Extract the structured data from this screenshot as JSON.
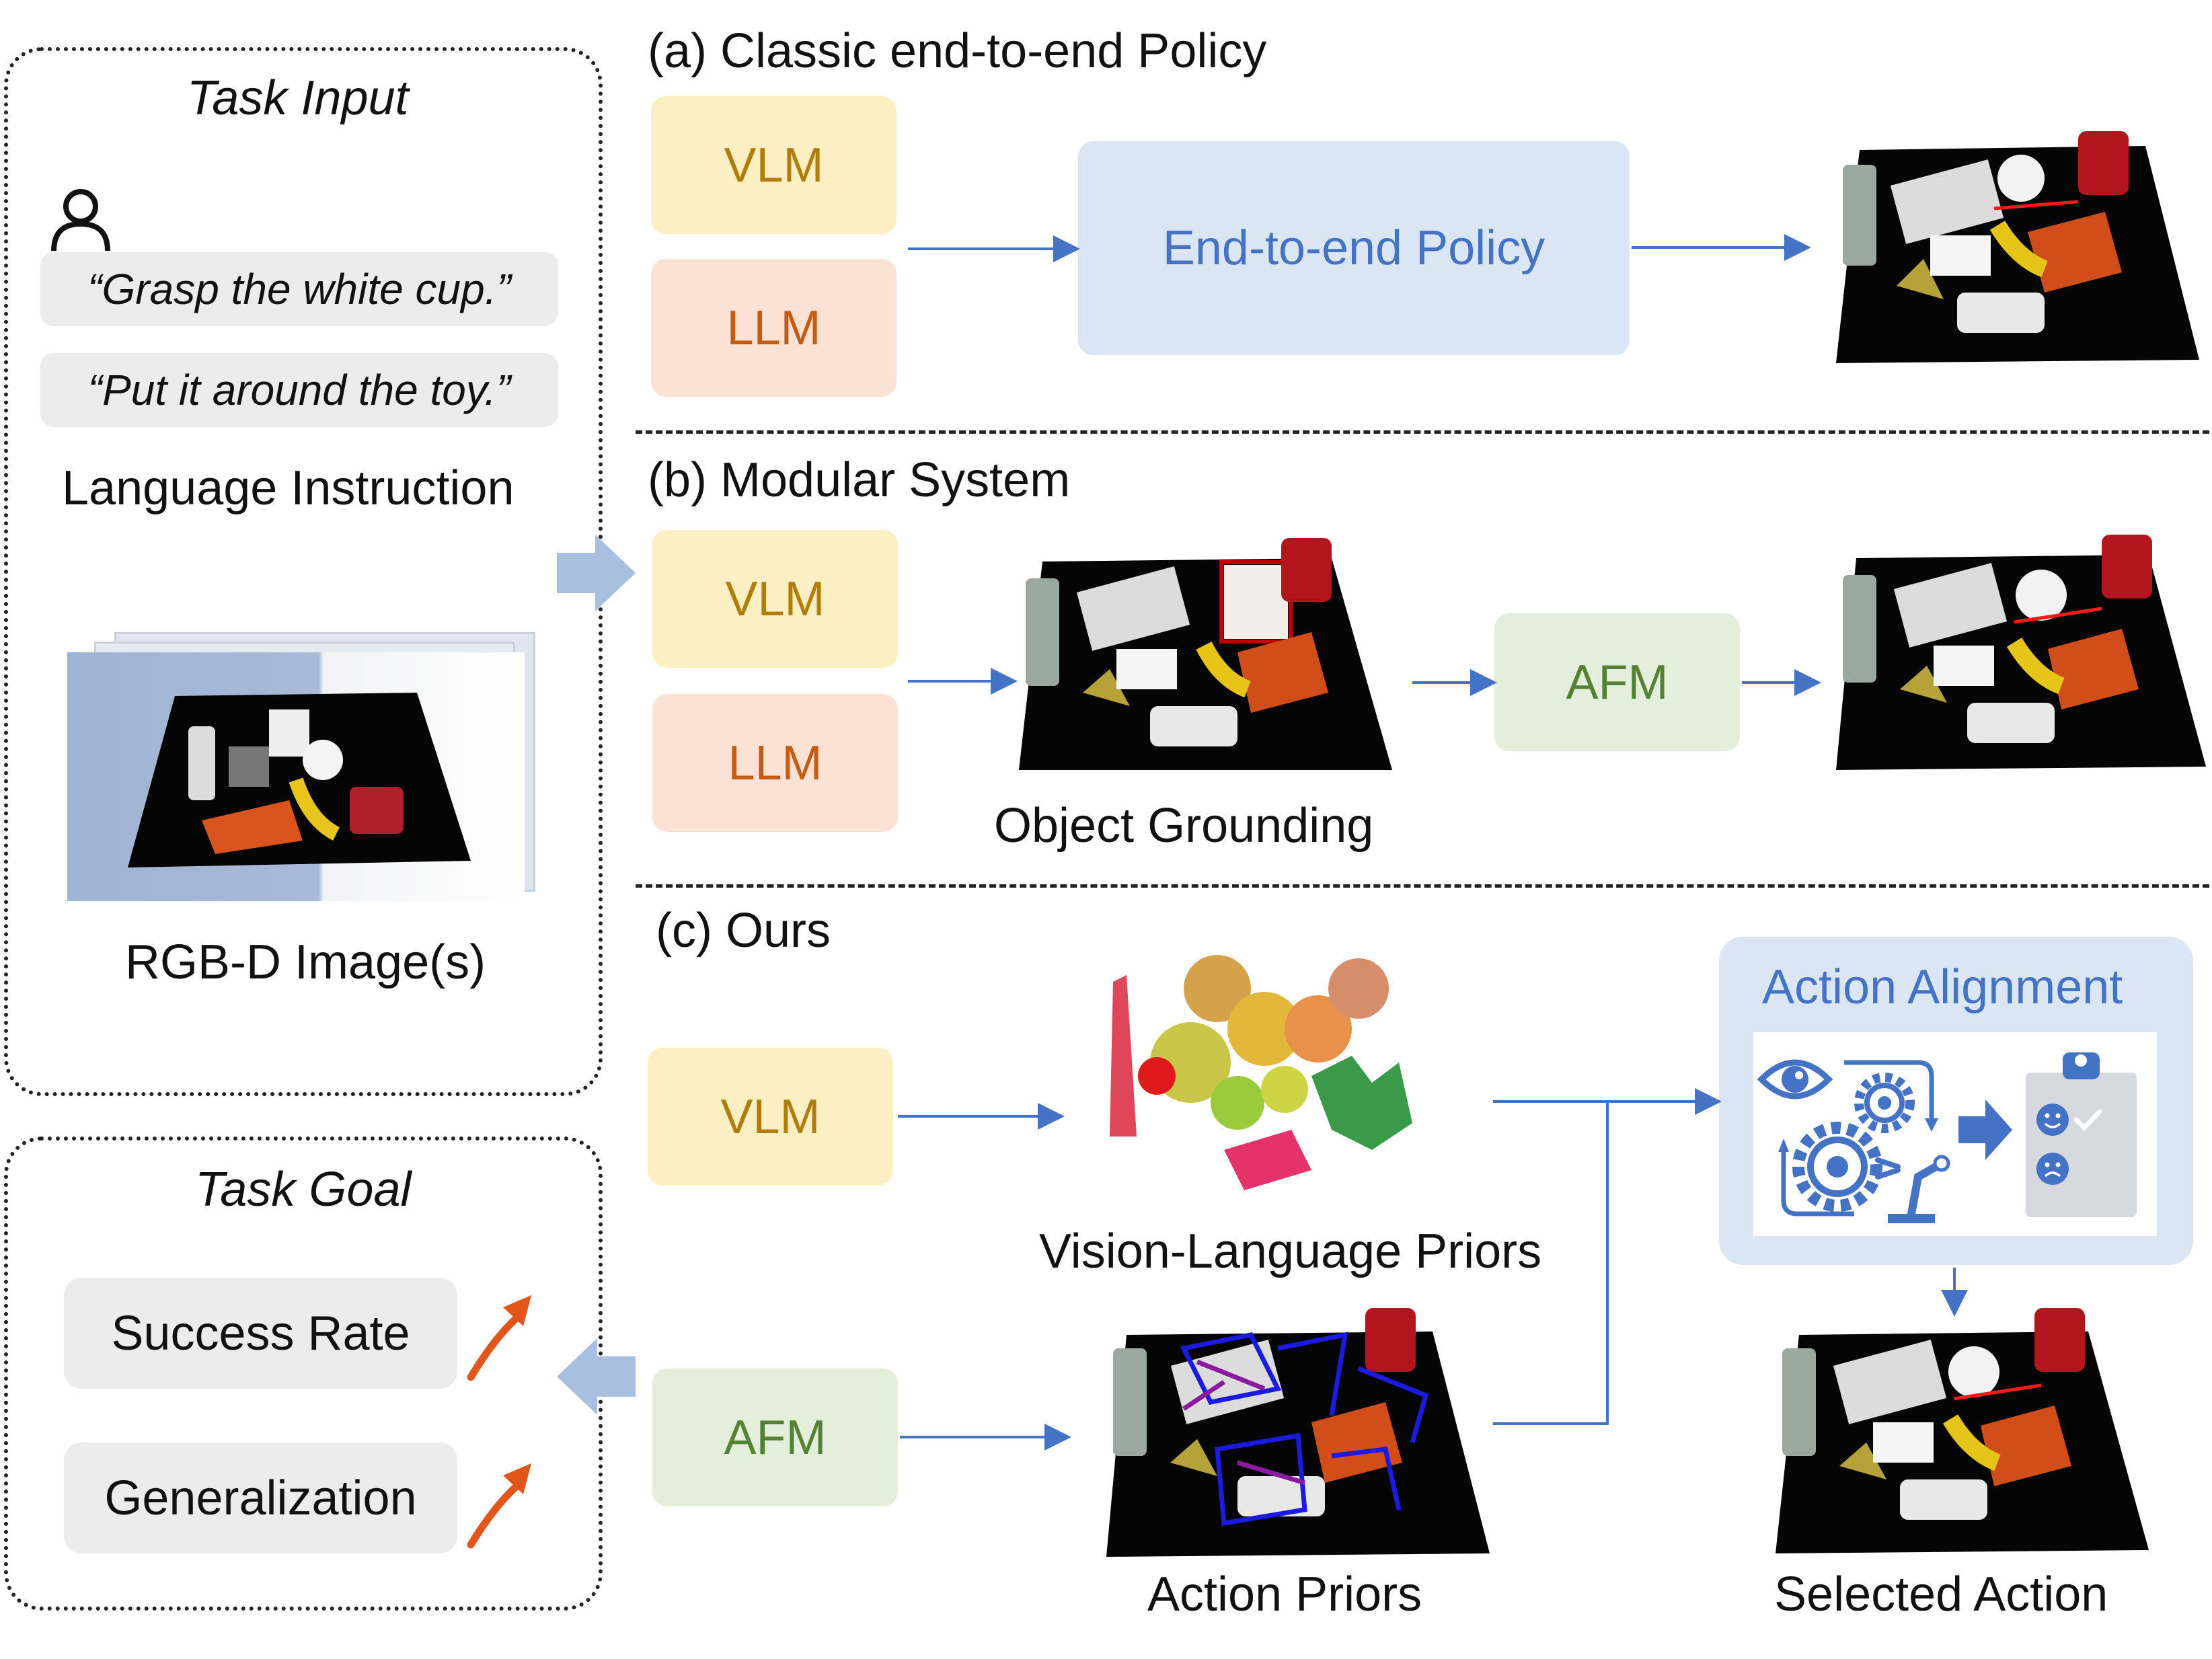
{
  "task_input": {
    "title": "Task Input",
    "quote1": "“Grasp the white cup.”",
    "quote2": "“Put it around the toy.”",
    "language_label": "Language Instruction",
    "image_label": "RGB-D Image(s)"
  },
  "task_goal": {
    "title": "Task Goal",
    "item1": "Success Rate",
    "item2": "Generalization"
  },
  "section_a": {
    "title": "(a) Classic end-to-end Policy",
    "vlm": "VLM",
    "llm": "LLM",
    "policy": "End-to-end Policy"
  },
  "section_b": {
    "title": "(b) Modular System",
    "vlm": "VLM",
    "llm": "LLM",
    "afm": "AFM",
    "grounding_label": "Object Grounding"
  },
  "section_c": {
    "title": "(c) Ours",
    "vlm": "VLM",
    "afm": "AFM",
    "vl_priors_label": "Vision-Language Priors",
    "action_priors_label": "Action Priors",
    "alignment_title": "Action Alignment",
    "selected_label": "Selected Action"
  },
  "colors": {
    "arrow": "#4472c4",
    "big_arrow": "#a9bfe0",
    "vlm_bg": "#fdefc4",
    "llm_bg": "#fbe2d4",
    "afm_bg": "#e3efda",
    "policy_bg": "#dae6f3",
    "alignment_bg": "#dae6f3",
    "goal_arrow": "#e2561c"
  },
  "icons": [
    "person-icon",
    "eye-icon",
    "gear-icon",
    "robot-arm-icon",
    "clipboard-icon",
    "happy-face-icon",
    "sad-face-icon",
    "trend-up-arrow-icon"
  ]
}
